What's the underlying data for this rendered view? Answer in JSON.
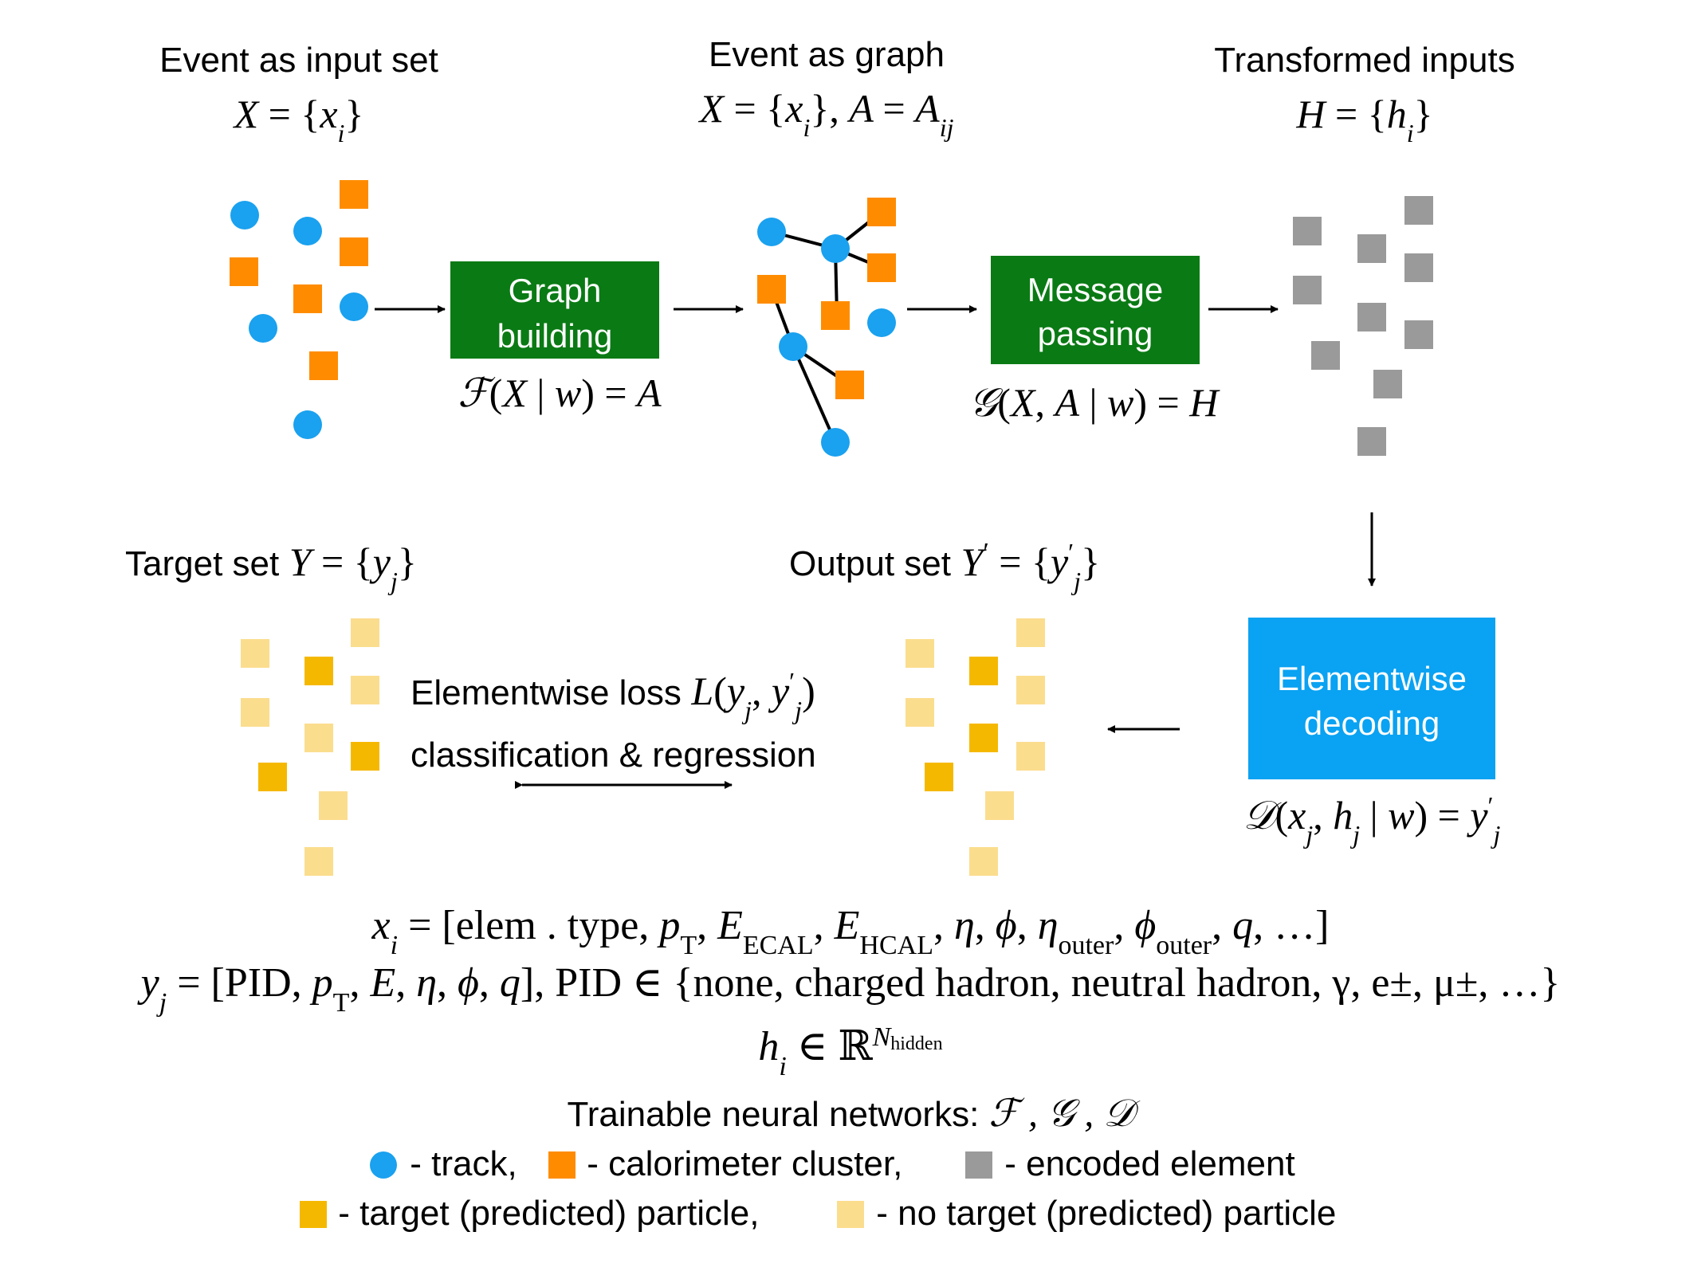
{
  "colors": {
    "track": "#1AA1EF",
    "calo": "#FF8C00",
    "encoded": "#9A9A9A",
    "target": "#F5B800",
    "no_target": "#FBDD8E",
    "graph_box": "#0A7A14",
    "decode_box": "#0AA2F2",
    "line": "#000000"
  },
  "headers": {
    "input": "Event as input set",
    "graph": "Event as graph",
    "transformed": "Transformed inputs",
    "target_prefix": "Target set",
    "output_prefix": "Output set"
  },
  "boxes": {
    "graph_building": [
      "Graph",
      "building"
    ],
    "message_passing": [
      "Message",
      "passing"
    ],
    "elementwise_decoding": [
      "Elementwise",
      "decoding"
    ]
  },
  "loss": {
    "line1_prefix": "Elementwise loss",
    "line2": "classification & regression"
  },
  "definitions": {
    "pid_set": "PID ∈ {none, charged hadron, neutral hadron, γ, e±, μ±, …}"
  },
  "footer": {
    "trainable": "Trainable neural networks:",
    "legend_line1": [
      {
        "icon": "track-circle-icon",
        "text": " - track, "
      },
      {
        "icon": "calorimeter-square-icon",
        "text": " - calorimeter cluster, "
      },
      {
        "icon": "encoded-square-icon",
        "text": " - encoded element"
      }
    ],
    "legend_line2": [
      {
        "icon": "target-square-icon",
        "text": " - target (predicted) particle, "
      },
      {
        "icon": "no-target-square-icon",
        "text": " - no target (predicted) particle"
      }
    ]
  }
}
